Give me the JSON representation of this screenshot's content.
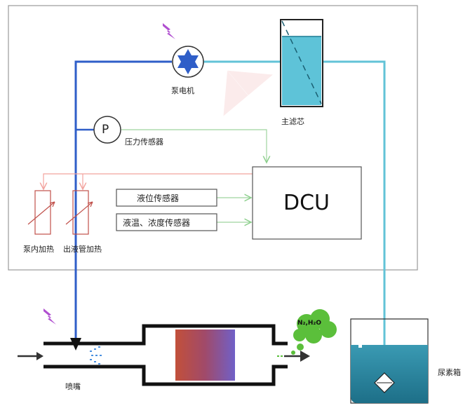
{
  "labels": {
    "pump": "泵电机",
    "main_filter": "主滤芯",
    "pressure_sensor": "压力传感器",
    "pressure_symbol": "P",
    "dcu": "DCU",
    "level_sensor": "液位传感器",
    "temp_conc_sensor": "液温、浓度传感器",
    "pump_heater": "泵内加热",
    "outlet_heater": "出液管加热",
    "nozzle": "喷嘴",
    "urea_tank": "尿素箱",
    "emission": "N₂,H₂O"
  },
  "colors": {
    "supply_line": "#2f5ec8",
    "return_line": "#62c3d7",
    "signal_red": "#f2a39e",
    "signal_green": "#9fd49f",
    "liquid": "#2b8aa3",
    "filter_fluid": "#5ec3d8",
    "catalyst_start": "#c2503a",
    "catalyst_end": "#7060c8",
    "gas_cloud": "#5bbf3b",
    "lightning": "#b04fd0"
  },
  "icons": [
    "lightning-icon",
    "pump-icon",
    "pressure-gauge-icon",
    "heater-icon",
    "spray-icon",
    "arrow-icon",
    "float-valve-icon"
  ]
}
